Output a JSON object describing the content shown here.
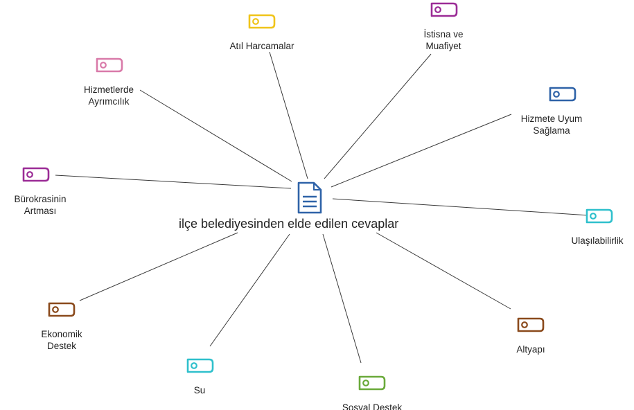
{
  "center": {
    "title": "ilçe belediyesinden elde edilen cevaplar",
    "icon": "document-icon",
    "color": "#2f63a8"
  },
  "link_color": "#3a3a3a",
  "nodes": [
    {
      "id": "atil-harcamalar",
      "lines": [
        "Atıl Harcamalar"
      ],
      "color": "#f0c419",
      "icon": "tag-icon"
    },
    {
      "id": "istisna-ve-muafiyet",
      "lines": [
        "İstisna ve",
        "Muafiyet"
      ],
      "color": "#9b2c96",
      "icon": "tag-icon"
    },
    {
      "id": "hizmetlerde-ayrimcilik",
      "lines": [
        "Hizmetlerde",
        "Ayrımcılık"
      ],
      "color": "#d97aa9",
      "icon": "tag-icon"
    },
    {
      "id": "hizmete-uyum-saglama",
      "lines": [
        "Hizmete Uyum",
        "Sağlama"
      ],
      "color": "#2f63a8",
      "icon": "tag-icon"
    },
    {
      "id": "burokrasinin-artmasi",
      "lines": [
        "Bürokrasinin",
        "Artması"
      ],
      "color": "#9b2c96",
      "icon": "tag-icon"
    },
    {
      "id": "ulasilabilirlik",
      "lines": [
        "Ulaşılabilirlik"
      ],
      "color": "#2fc0cc",
      "icon": "tag-icon"
    },
    {
      "id": "ekonomik-destek",
      "lines": [
        "Ekonomik",
        "Destek"
      ],
      "color": "#8a4a1c",
      "icon": "tag-icon"
    },
    {
      "id": "altyapi",
      "lines": [
        "Altyapı"
      ],
      "color": "#8a4a1c",
      "icon": "tag-icon"
    },
    {
      "id": "su",
      "lines": [
        "Su"
      ],
      "color": "#2fc0cc",
      "icon": "tag-icon"
    },
    {
      "id": "sosyal-destek",
      "lines": [
        "Sosyal Destek"
      ],
      "color": "#6aaa3a",
      "icon": "tag-icon"
    }
  ]
}
